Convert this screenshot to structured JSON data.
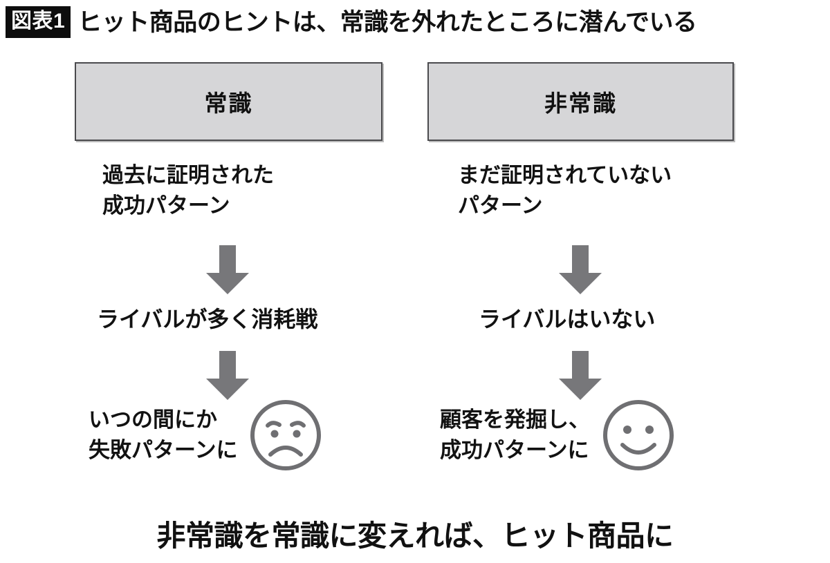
{
  "header": {
    "badge": "図表1",
    "title": "ヒット商品のヒントは、常識を外れたところに潜んでいる"
  },
  "columns": [
    {
      "id": "common-sense",
      "heading": "常識",
      "row1": "過去に証明された\n成功パターン",
      "row2": "ライバルが多く消耗戦",
      "row3": "いつの間にか\n失敗パターンに",
      "face": "sad-face-icon",
      "arrow1": "down-arrow-icon",
      "arrow2": "down-arrow-icon"
    },
    {
      "id": "unconventional",
      "heading": "非常識",
      "row1": "まだ証明されていない\nパターン",
      "row2": "ライバルはいない",
      "row3": "顧客を発掘し、\n成功パターンに",
      "face": "smiley-face-icon",
      "arrow1": "down-arrow-icon",
      "arrow2": "down-arrow-icon"
    }
  ],
  "conclusion": "非常識を常識に変えれば、ヒット商品に",
  "colors": {
    "badge_bg": "#0d0d0d",
    "badge_text": "#ffffff",
    "box_fill": "#d6d6d8",
    "box_border": "#4a4a4d",
    "arrow_fill": "#77777a",
    "face_stroke": "#6f6f72",
    "text": "#121212",
    "background": "#ffffff"
  }
}
